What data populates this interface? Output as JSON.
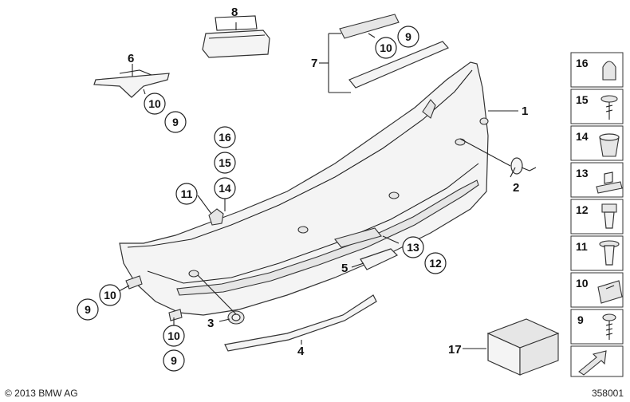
{
  "part_labels": {
    "p1": "1",
    "p2": "2",
    "p3": "3",
    "p4": "4",
    "p5": "5",
    "p6": "6",
    "p7": "7",
    "p8": "8",
    "p17": "17"
  },
  "callouts": {
    "c16": "16",
    "c15": "15",
    "c14": "14",
    "c11": "11",
    "c13": "13",
    "c12": "12",
    "c6_10": "10",
    "c6_9": "9",
    "c7_10": "10",
    "c7_9": "9",
    "cl_9": "9",
    "cl_10": "10",
    "cb_10": "10",
    "cb_9": "9"
  },
  "side_panel": [
    "16",
    "15",
    "14",
    "13",
    "12",
    "11",
    "10",
    "9"
  ],
  "footer": {
    "copyright": "© 2013 BMW AG",
    "diagram_number": "358001"
  }
}
